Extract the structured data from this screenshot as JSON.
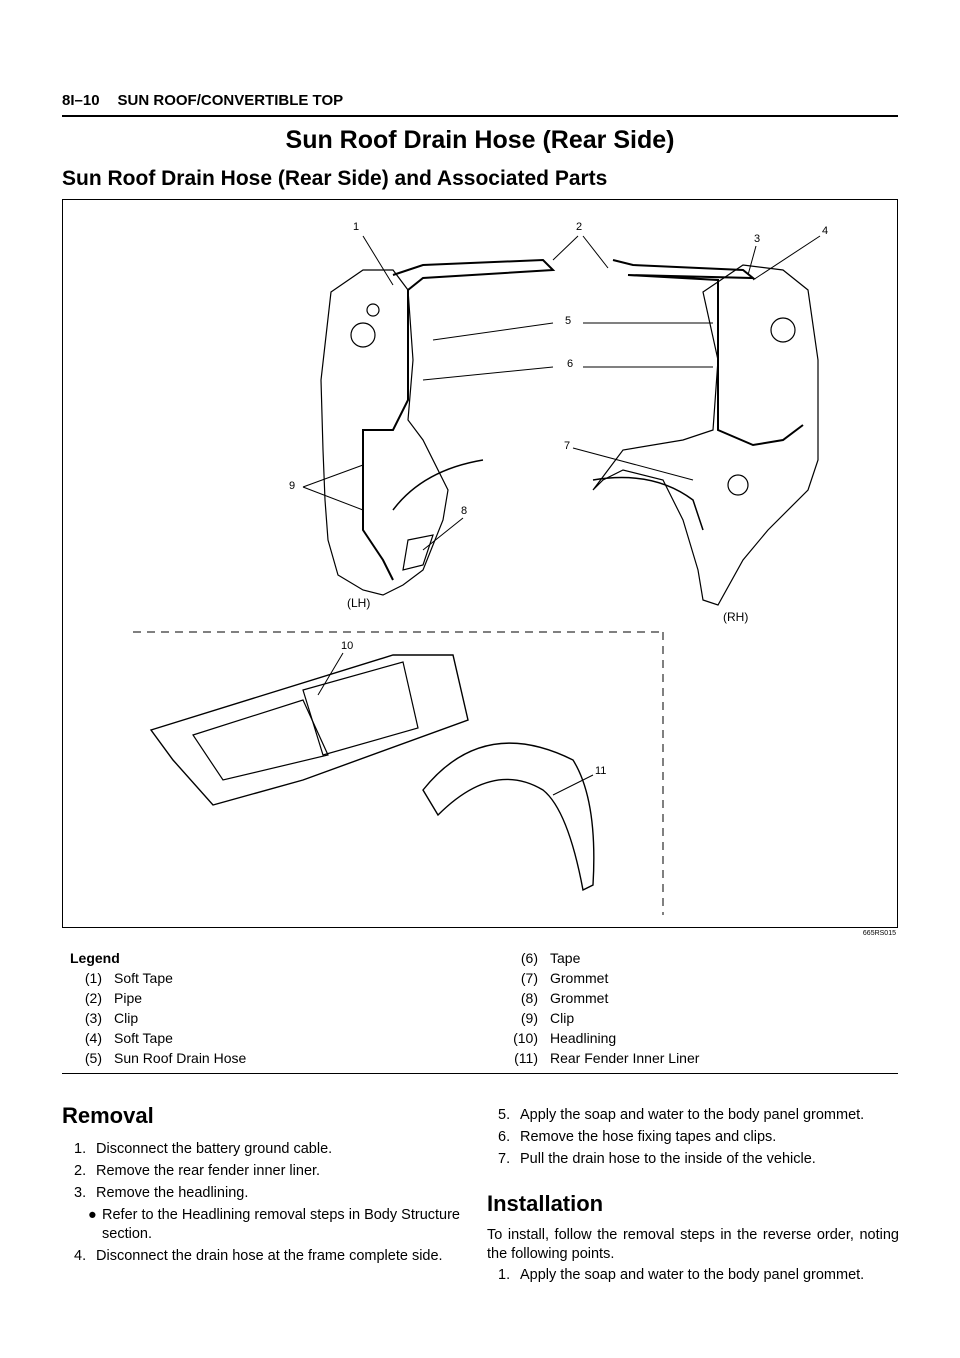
{
  "header": {
    "page": "8I–10",
    "section": "SUN ROOF/CONVERTIBLE TOP"
  },
  "title": "Sun Roof Drain Hose (Rear Side)",
  "subtitle": "Sun Roof Drain Hose (Rear Side) and Associated Parts",
  "figure": {
    "code": "665RS015",
    "callouts": [
      "1",
      "2",
      "3",
      "4",
      "5",
      "6",
      "7",
      "8",
      "9",
      "10",
      "11"
    ],
    "left_label": "(LH)",
    "right_label": "(RH)"
  },
  "legend": {
    "title": "Legend",
    "left": [
      {
        "num": "(1)",
        "text": "Soft Tape"
      },
      {
        "num": "(2)",
        "text": "Pipe"
      },
      {
        "num": "(3)",
        "text": "Clip"
      },
      {
        "num": "(4)",
        "text": "Soft Tape"
      },
      {
        "num": "(5)",
        "text": "Sun Roof Drain Hose"
      }
    ],
    "right": [
      {
        "num": "(6)",
        "text": "Tape"
      },
      {
        "num": "(7)",
        "text": "Grommet"
      },
      {
        "num": "(8)",
        "text": "Grommet"
      },
      {
        "num": "(9)",
        "text": "Clip"
      },
      {
        "num": "(10)",
        "text": "Headlining"
      },
      {
        "num": "(11)",
        "text": "Rear Fender Inner Liner"
      }
    ]
  },
  "removal": {
    "heading": "Removal",
    "steps": [
      {
        "n": "1.",
        "text": "Disconnect the battery ground cable."
      },
      {
        "n": "2.",
        "text": "Remove the rear fender inner liner."
      },
      {
        "n": "3.",
        "text": "Remove the headlining."
      },
      {
        "bullet": "Refer to the Headlining removal steps in Body Structure section."
      },
      {
        "n": "4.",
        "text": "Disconnect the drain hose at the frame complete side."
      },
      {
        "n": "5.",
        "text": "Apply the soap and water to the body panel grommet."
      },
      {
        "n": "6.",
        "text": "Remove the hose fixing tapes and clips."
      },
      {
        "n": "7.",
        "text": "Pull the drain hose to the inside of the vehicle."
      }
    ]
  },
  "installation": {
    "heading": "Installation",
    "intro": "To install, follow the removal steps in the reverse order, noting the following points.",
    "step1": {
      "n": "1.",
      "text": "Apply the soap and water to the body panel grommet."
    }
  }
}
